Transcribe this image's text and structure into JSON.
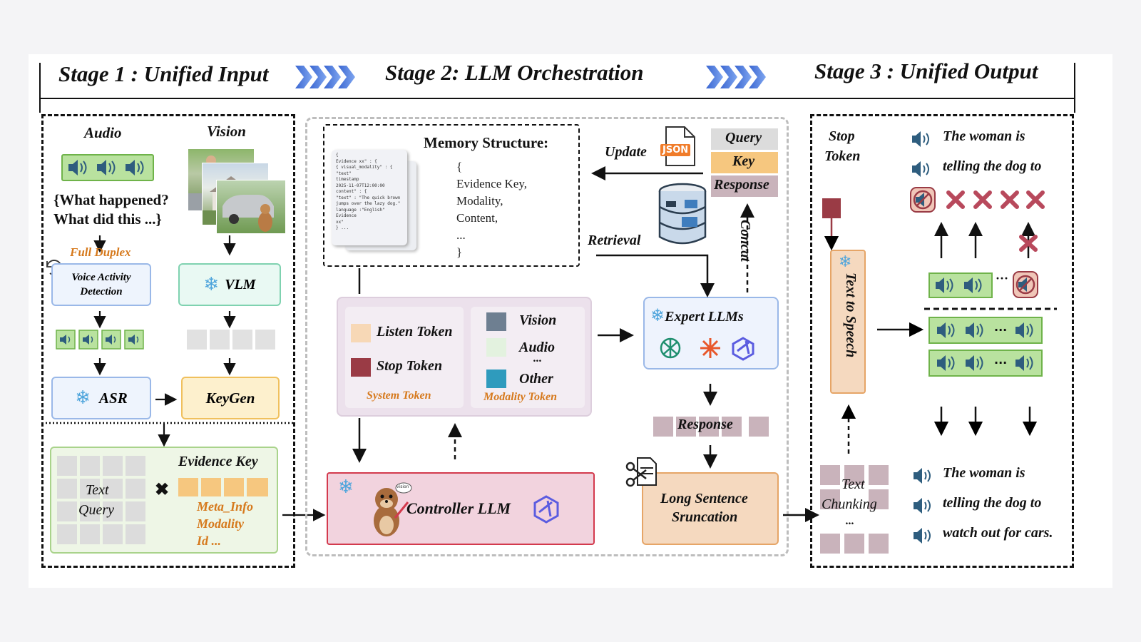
{
  "stages": {
    "s1": "Stage 1 : Unified Input",
    "s2": "Stage 2: LLM Orchestration",
    "s3": "Stage 3 : Unified Output"
  },
  "stage1": {
    "audio_label": "Audio",
    "vision_label": "Vision",
    "question_line1": "{What happened?",
    "question_line2": "What did this ...}",
    "full_duplex": "Full  Duplex",
    "vad_line1": "Voice Activity",
    "vad_line2": "Detection",
    "vlm": "VLM",
    "asr": "ASR",
    "keygen": "KeyGen",
    "text": "Text",
    "query": "Query",
    "evidence_key": "Evidence Key",
    "meta_info": "Meta_Info",
    "modality": "Modality",
    "id": "Id  ..."
  },
  "stage2": {
    "memory_title": "Memory Structure:",
    "memory_lines": [
      "{",
      "Evidence Key,",
      "Modality,",
      "Content,",
      "...",
      "}"
    ],
    "json_doc_lines": [
      "{",
      "Evidence xx\" : {",
      "{ visual_modality\" : {",
      "\"text\"",
      "timestamp",
      "2025-11-07T12:00:00",
      "content\" : {",
      "\"text\" : \"The quick brown",
      "jumps over the lazy dog.\"",
      "language :\"English\"",
      "Evidence",
      "xx\"",
      "} ..."
    ],
    "update": "Update",
    "json_badge": "JSON",
    "query": "Query",
    "key": "Key",
    "response": "Response",
    "retrieval": "Retrieval",
    "concat": "Concat",
    "listen_token": "Listen Token",
    "stop_token": "Stop Token",
    "system_token": "System Token",
    "vision": "Vision",
    "audio": "Audio",
    "dots": "...",
    "other": "Other",
    "modality_token": "Modality Token",
    "expert_llms": "Expert LLMs",
    "response2": "Response",
    "controller": "Controller LLM",
    "bubble": "vision",
    "long_sentence_line1": "Long Sentence",
    "long_sentence_line2": "Sruncation"
  },
  "stage3": {
    "stop_token_line1": "Stop",
    "stop_token_line2": "Token",
    "tts": "Text to Speech",
    "text": "Text",
    "chunking": "Chunking",
    "dots": "...",
    "top_line1": "The woman is",
    "top_line2": "telling the dog to",
    "bottom_line1": "The woman is",
    "bottom_line2": "telling the dog to",
    "bottom_line3": "watch out for cars."
  },
  "colors": {
    "peach": "#f7d8b6",
    "maroon": "#9a3b45",
    "slate": "#6e7f91",
    "mint": "#e3f2df",
    "teal": "#2f9bbd",
    "grey_cell": "#d9d9d9",
    "mauve_cell": "#c9b3bb",
    "key_cell": "#f5c57c",
    "green_box": "#9ad17b",
    "orange_label": "#d6791c"
  }
}
